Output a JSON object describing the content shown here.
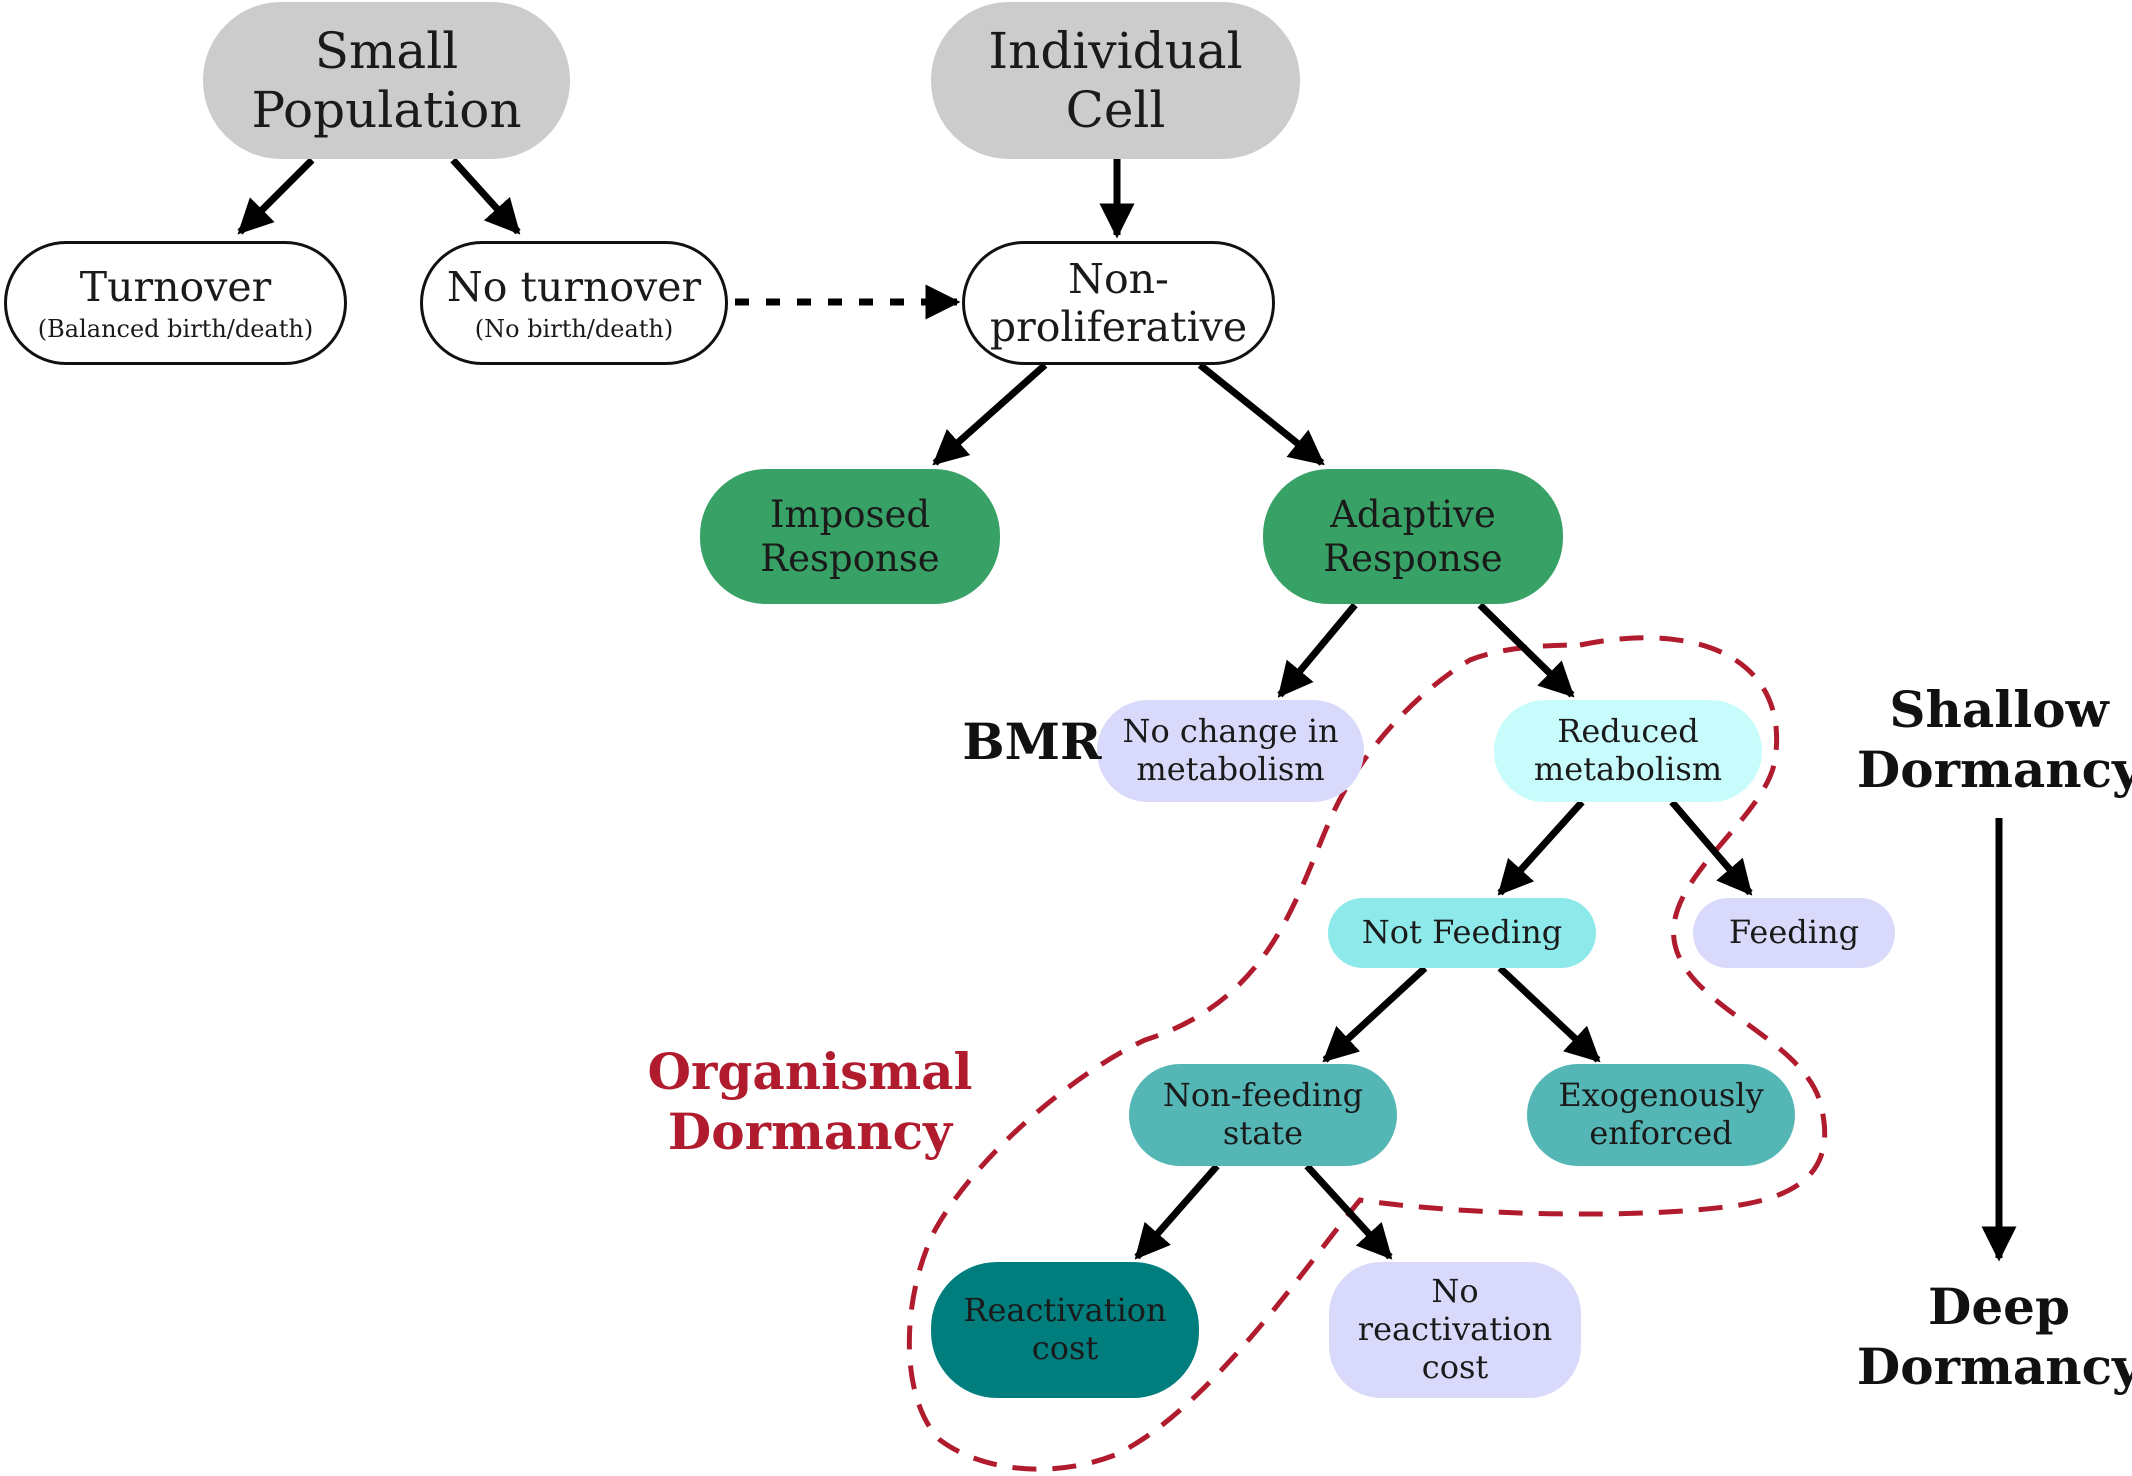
{
  "nodes": {
    "small_population": {
      "line1": "Small",
      "line2": "Population"
    },
    "individual_cell": {
      "line1": "Individual",
      "line2": "Cell"
    },
    "turnover": {
      "line1": "Turnover",
      "line2": "(Balanced birth/death)"
    },
    "no_turnover": {
      "line1": "No turnover",
      "line2": "(No birth/death)"
    },
    "non_proliferative": {
      "line1": "Non-",
      "line2": "proliferative"
    },
    "imposed_response": {
      "line1": "Imposed",
      "line2": "Response"
    },
    "adaptive_response": {
      "line1": "Adaptive",
      "line2": "Response"
    },
    "no_change_metabolism": {
      "line1": "No change in",
      "line2": "metabolism"
    },
    "reduced_metabolism": {
      "line1": "Reduced",
      "line2": "metabolism"
    },
    "not_feeding": {
      "line1": "Not Feeding"
    },
    "feeding": {
      "line1": "Feeding"
    },
    "non_feeding_state": {
      "line1": "Non-feeding",
      "line2": "state"
    },
    "exogenously_enforced": {
      "line1": "Exogenously",
      "line2": "enforced"
    },
    "reactivation_cost": {
      "line1": "Reactivation",
      "line2": "cost"
    },
    "no_reactivation_cost": {
      "line1": "No",
      "line2": "reactivation",
      "line3": "cost"
    }
  },
  "labels": {
    "bmr": "BMR",
    "organismal_dormancy": {
      "line1": "Organismal",
      "line2": "Dormancy"
    },
    "shallow_dormancy": {
      "line1": "Shallow",
      "line2": "Dormancy"
    },
    "deep_dormancy": {
      "line1": "Deep",
      "line2": "Dormancy"
    }
  },
  "colors": {
    "gray": "#cccccc",
    "green": "#38a166",
    "lavender": "#d9d9fb",
    "light_cyan": "#c8fbfb",
    "cyan": "#8eeaea",
    "teal": "#55b6b6",
    "dark_teal": "#007d7d",
    "dashed_outline": "#b01c2e"
  }
}
